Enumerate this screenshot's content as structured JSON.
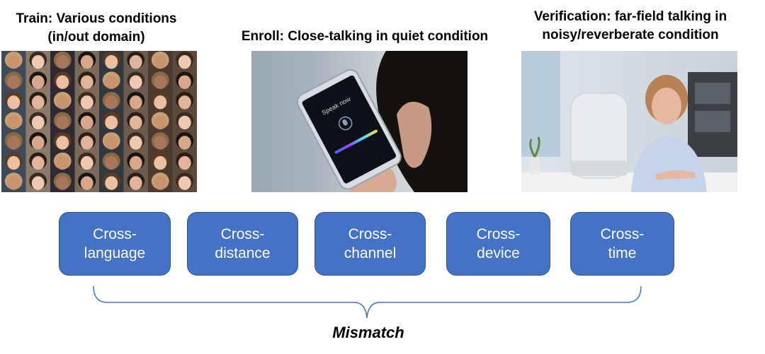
{
  "panels": {
    "train": {
      "title_line1": "Train: Various conditions",
      "title_line2": "(in/out domain)"
    },
    "enroll": {
      "title": "Enroll: Close-talking in quiet condition",
      "phone_text": "Speak now"
    },
    "verification": {
      "title_line1": "Verification: far-field talking in",
      "title_line2": "noisy/reverberate condition"
    }
  },
  "mismatch_types": [
    {
      "line1": "Cross-",
      "line2": "language"
    },
    {
      "line1": "Cross-",
      "line2": "distance"
    },
    {
      "line1": "Cross-",
      "line2": "channel"
    },
    {
      "line1": "Cross-",
      "line2": "device"
    },
    {
      "line1": "Cross-",
      "line2": "time"
    }
  ],
  "group_label": "Mismatch",
  "colors": {
    "box_fill": "#4472c4",
    "box_border": "#2f528f",
    "brace": "#4472c4"
  }
}
